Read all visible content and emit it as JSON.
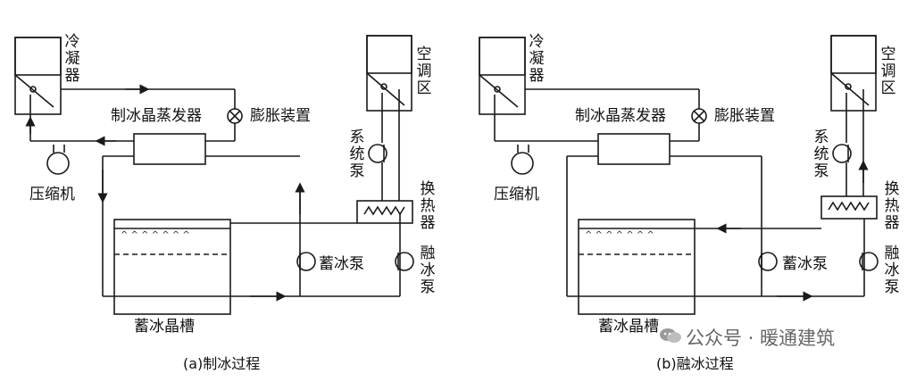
{
  "left": {
    "condenser": "冷凝器",
    "evaporator": "制冰晶蒸发器",
    "expansion": "膨胀装置",
    "compressor": "压缩机",
    "ac_zone": "空调区",
    "system_pump": "系统泵",
    "heat_exchanger": "换热器",
    "storage_pump": "蓄冰泵",
    "melt_pump": "融冰泵",
    "tank": "蓄冰晶槽",
    "caption": "(a)制冰过程"
  },
  "right": {
    "condenser": "冷凝器",
    "evaporator": "制冰晶蒸发器",
    "expansion": "膨胀装置",
    "compressor": "压缩机",
    "ac_zone": "空调区",
    "system_pump": "系统泵",
    "heat_exchanger": "换热器",
    "storage_pump": "蓄冰泵",
    "melt_pump": "融冰泵",
    "tank": "蓄冰晶槽",
    "caption": "(b)融冰过程"
  },
  "watermark": "公众号 · 暖通建筑",
  "colors": {
    "line": "#1a1a1a",
    "watermark": "#666666",
    "background": "#ffffff"
  }
}
